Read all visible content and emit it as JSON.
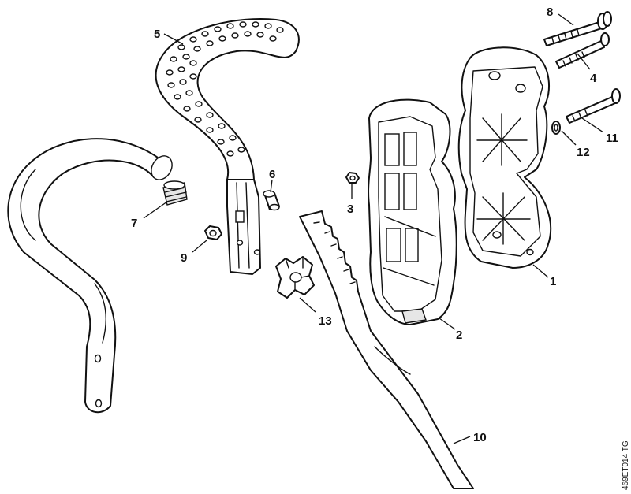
{
  "diagram": {
    "callouts": {
      "c1": "1",
      "c2": "2",
      "c3": "3",
      "c4": "4",
      "c5": "5",
      "c6": "6",
      "c7": "7",
      "c8": "8",
      "c9": "9",
      "c10": "10",
      "c11": "11",
      "c12": "12",
      "c13": "13"
    },
    "drawing_code": "469ET014 TG"
  },
  "colors": {
    "line": "#111111",
    "background": "#ffffff"
  }
}
